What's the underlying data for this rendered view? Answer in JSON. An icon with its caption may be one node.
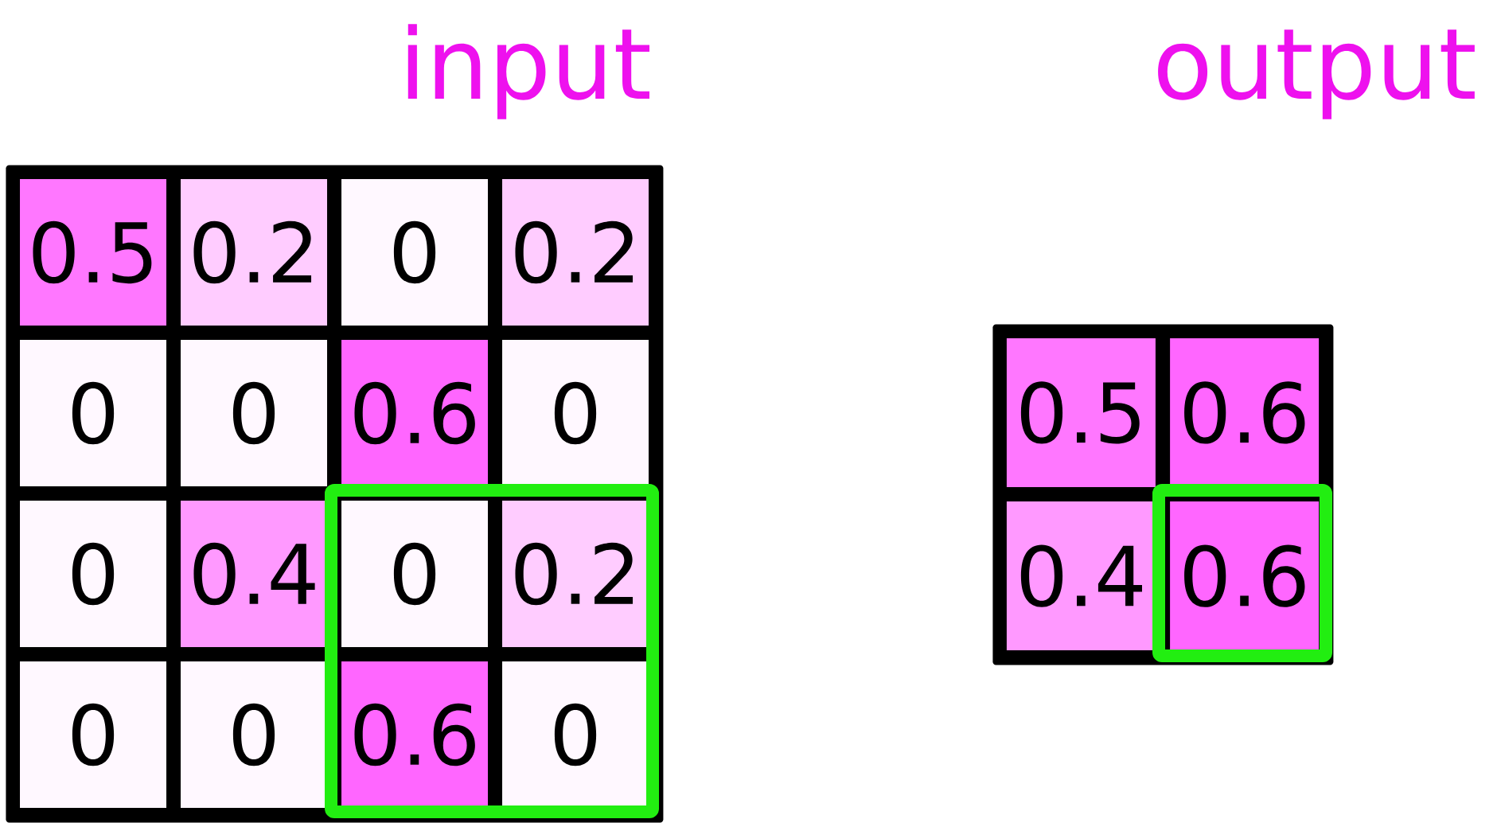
{
  "diagram": {
    "nodes": [
      {
        "text": [
          "input"
        ]
      },
      {
        "text": [
          "0.5"
        ],
        "in": 0
      },
      {
        "text": [
          "0.2"
        ],
        "in": 0
      },
      {
        "text": [
          "0"
        ],
        "in": 0
      },
      {
        "text": [
          "0.2"
        ],
        "in": 0
      },
      {
        "text": [
          "0"
        ],
        "in": 0
      },
      {
        "text": [
          "0"
        ],
        "in": 0
      },
      {
        "text": [
          "0.6"
        ],
        "in": 0
      },
      {
        "text": [
          "0"
        ],
        "in": 0
      },
      {
        "text": [
          "0"
        ],
        "in": 0
      },
      {
        "text": [
          "0.4"
        ],
        "in": 0
      },
      {
        "text": [
          "0"
        ],
        "in": 0
      },
      {
        "text": [
          "0.2"
        ],
        "in": 0
      },
      {
        "text": [
          "0"
        ],
        "in": 0
      },
      {
        "text": [
          "0"
        ],
        "in": 0
      },
      {
        "text": [
          "0.6"
        ],
        "in": 0
      },
      {
        "text": [
          "0"
        ],
        "in": 0
      },
      {
        "text": [
          "output"
        ]
      },
      {
        "text": [
          "0.5"
        ],
        "in": 17
      },
      {
        "text": [
          "0.6"
        ],
        "in": 17
      },
      {
        "text": [
          "0.4"
        ],
        "in": 17
      },
      {
        "text": [
          "0.6"
        ],
        "in": 17
      }
    ]
  }
}
